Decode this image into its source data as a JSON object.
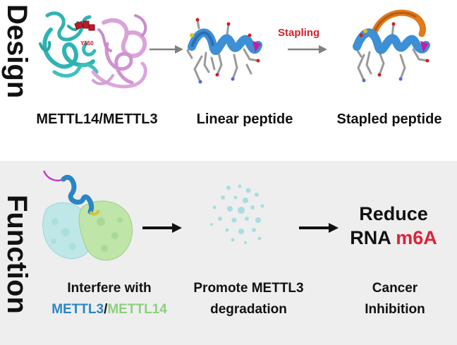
{
  "design": {
    "section_label": "Design",
    "protein_label": "METTL14/METTL3",
    "linear_label": "Linear peptide",
    "stapled_label": "Stapled peptide",
    "arrow_label": "Stapling",
    "residue_tag": "Y550"
  },
  "function": {
    "section_label": "Function",
    "interfere_line1": "Interfere with",
    "interfere_mettl3": "METTL3",
    "interfere_sep": "/",
    "interfere_mettl14": "METTL14",
    "promote_line1": "Promote METTL3",
    "promote_line2": "degradation",
    "reduce_line1": "Reduce",
    "reduce_rna": "RNA",
    "reduce_m6a": "m6A",
    "cancer_line1": "Cancer",
    "cancer_line2": "Inhibition"
  },
  "colors": {
    "mettl3": "#2a86c3",
    "mettl14": "#8dd07f",
    "m6a": "#e0203a",
    "stapling": "#d8202a",
    "helix": "#3d8fd6",
    "staple": "#e07a1a",
    "dots": "#a8dde2",
    "panel_bg": "#eeeeee"
  }
}
